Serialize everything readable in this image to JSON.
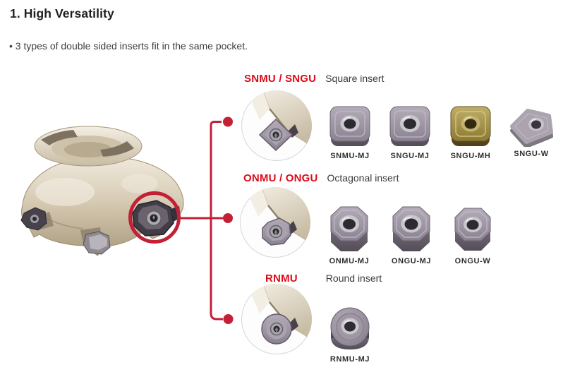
{
  "page": {
    "title": "1. High Versatility",
    "bullet": "• 3 types of double sided inserts fit in the same pocket."
  },
  "colors": {
    "accent_red_text": "#dc0a18",
    "connector_red": "#c32038",
    "insert_gray": "#9d95a2",
    "insert_gold": "#9c8b42",
    "cutter_champagne": "#d3c6b0"
  },
  "rows": [
    {
      "codes": "SNMU / SNGU",
      "type_label": "Square insert",
      "pocket_photo": "square-insert-in-pocket",
      "inserts": [
        {
          "name": "SNMU-MJ",
          "shape": "square",
          "finish": "gray"
        },
        {
          "name": "SNGU-MJ",
          "shape": "square",
          "finish": "gray"
        },
        {
          "name": "SNGU-MH",
          "shape": "square",
          "finish": "gold"
        },
        {
          "name": "SNGU-W",
          "shape": "trigon",
          "finish": "gray"
        }
      ]
    },
    {
      "codes": "ONMU / ONGU",
      "type_label": "Octagonal insert",
      "pocket_photo": "octagonal-insert-in-pocket",
      "inserts": [
        {
          "name": "ONMU-MJ",
          "shape": "octagon",
          "finish": "gray"
        },
        {
          "name": "ONGU-MJ",
          "shape": "octagon",
          "finish": "gray"
        },
        {
          "name": "ONGU-W",
          "shape": "octagon",
          "finish": "gray"
        }
      ]
    },
    {
      "codes": "RNMU",
      "type_label": "Round insert",
      "pocket_photo": "round-insert-in-pocket",
      "inserts": [
        {
          "name": "RNMU-MJ",
          "shape": "round",
          "finish": "gray"
        }
      ]
    }
  ]
}
